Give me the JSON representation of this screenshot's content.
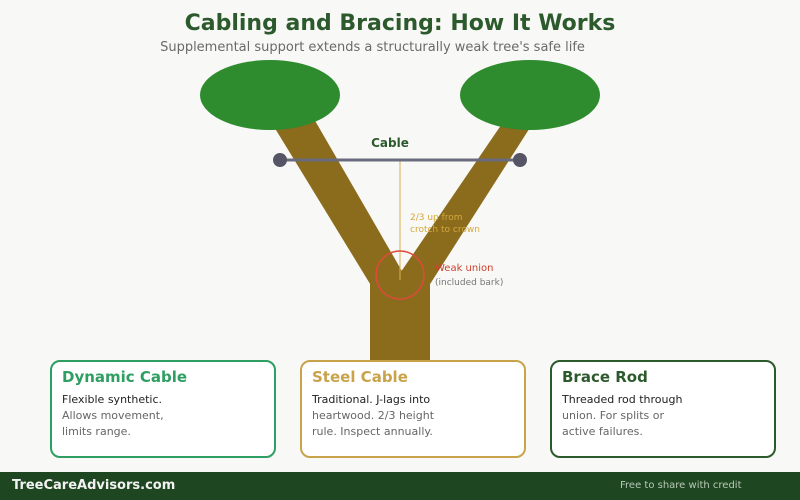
{
  "header": {
    "title": "Cabling and Bracing: How It Works",
    "subtitle": "Supplemental support extends a structurally weak tree's safe life"
  },
  "diagram": {
    "cable_label": "Cable",
    "height_note_line1": "2/3 up from",
    "height_note_line2": "crotch to crown",
    "union_label": "Weak union",
    "union_note": "(included bark)"
  },
  "cards": [
    {
      "title": "Dynamic Cable",
      "line1": "Flexible synthetic.",
      "line2": "Allows movement,",
      "line3": "limits range.",
      "color": "#2e9e62"
    },
    {
      "title": "Steel Cable",
      "line1": "Traditional. J-lags into",
      "line2": "heartwood. 2/3 height",
      "line3": "rule. Inspect annually.",
      "color": "#c9a34a"
    },
    {
      "title": "Brace Rod",
      "line1": "Threaded rod through",
      "line2": "union. For splits or",
      "line3": "active failures.",
      "color": "#2d5a2d"
    }
  ],
  "footer": {
    "brand": "TreeCareAdvisors.com",
    "note": "Free to share with credit"
  },
  "colors": {
    "trunk": "#8b6b1c",
    "canopy": "#2e8b2e",
    "cable": "#6b6b80",
    "anchor": "#555566",
    "union_ring": "#e04a3a",
    "height_line": "#d4b054"
  }
}
